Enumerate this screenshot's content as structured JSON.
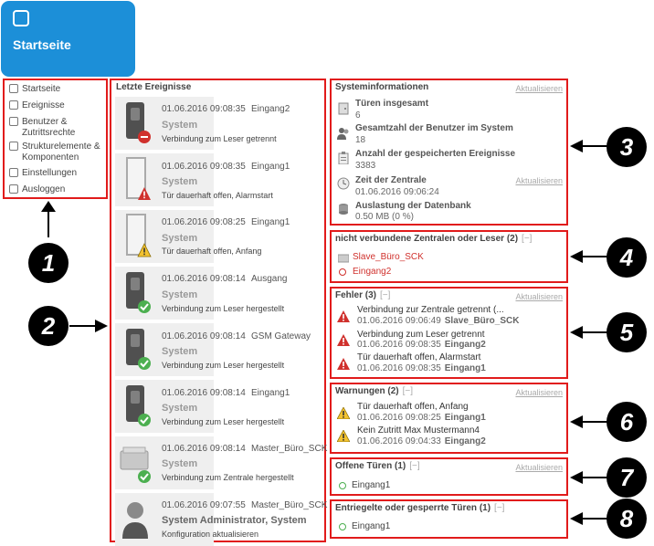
{
  "tile": {
    "label": "Startseite"
  },
  "menu": {
    "items": [
      {
        "label": "Startseite"
      },
      {
        "label": "Ereignisse"
      },
      {
        "label": "Benutzer &\nZutrittsrechte"
      },
      {
        "label": "Strukturelemente &\nKomponenten"
      },
      {
        "label": "Einstellungen"
      },
      {
        "label": "Ausloggen"
      }
    ]
  },
  "events": {
    "title": "Letzte Ereignisse",
    "items": [
      {
        "time": "01.06.2016 09:08:35",
        "source": "Eingang2",
        "who": "System",
        "message": "Verbindung zum Leser getrennt",
        "icon": "reader-removed-icon"
      },
      {
        "time": "01.06.2016 09:08:35",
        "source": "Eingang1",
        "who": "System",
        "message": "Tür dauerhaft offen, Alarmstart",
        "icon": "door-alarm-icon"
      },
      {
        "time": "01.06.2016 09:08:25",
        "source": "Eingang1",
        "who": "System",
        "message": "Tür dauerhaft offen, Anfang",
        "icon": "door-warning-icon"
      },
      {
        "time": "01.06.2016 09:08:14",
        "source": "Ausgang",
        "who": "System",
        "message": "Verbindung zum Leser hergestellt",
        "icon": "reader-ok-icon"
      },
      {
        "time": "01.06.2016 09:08:14",
        "source": "GSM Gateway",
        "who": "System",
        "message": "Verbindung zum Leser hergestellt",
        "icon": "reader-ok-icon"
      },
      {
        "time": "01.06.2016 09:08:14",
        "source": "Eingang1",
        "who": "System",
        "message": "Verbindung zum Leser hergestellt",
        "icon": "reader-ok-icon"
      },
      {
        "time": "01.06.2016 09:08:14",
        "source": "Master_Büro_SCK",
        "who": "System",
        "message": "Verbindung zum Zentrale hergestellt",
        "icon": "controller-ok-icon"
      },
      {
        "time": "01.06.2016 09:07:55",
        "source": "Master_Büro_SCK",
        "who": "System Administrator, System",
        "message": "Konfiguration aktualisieren",
        "icon": "user-icon"
      }
    ]
  },
  "sysinfo": {
    "title": "Systeminformationen",
    "refresh": "Aktualisieren",
    "refresh2": "Aktualisieren",
    "rows": [
      {
        "label": "Türen insgesamt",
        "value": "6"
      },
      {
        "label": "Gesamtzahl der Benutzer im System",
        "value": "18"
      },
      {
        "label": "Anzahl der gespeicherten Ereignisse",
        "value": "3383"
      },
      {
        "label": "Zeit der Zentrale",
        "value": "01.06.2016 09:06:24"
      },
      {
        "label": "Auslastung der Datenbank",
        "value": "0.50 MB (0 %)"
      }
    ]
  },
  "unconnected": {
    "title": "nicht verbundene Zentralen oder Leser (2)",
    "collapse": "[−]",
    "items": [
      {
        "label": "Slave_Büro_SCK"
      },
      {
        "label": "Eingang2"
      }
    ]
  },
  "errors": {
    "title": "Fehler (3)",
    "collapse": "[−]",
    "refresh": "Aktualisieren",
    "items": [
      {
        "text": "Verbindung zur Zentrale getrennt (...",
        "time": "01.06.2016 09:06:49",
        "source": "Slave_Büro_SCK"
      },
      {
        "text": "Verbindung zum Leser getrennt",
        "time": "01.06.2016 09:08:35",
        "source": "Eingang2"
      },
      {
        "text": "Tür dauerhaft offen, Alarmstart",
        "time": "01.06.2016 09:08:35",
        "source": "Eingang1"
      }
    ]
  },
  "warnings": {
    "title": "Warnungen (2)",
    "collapse": "[−]",
    "refresh": "Aktualisieren",
    "items": [
      {
        "text": "Tür dauerhaft offen, Anfang",
        "time": "01.06.2016 09:08:25",
        "source": "Eingang1"
      },
      {
        "text": "Kein Zutritt Max Mustermann4",
        "time": "01.06.2016 09:04:33",
        "source": "Eingang2"
      }
    ]
  },
  "open_doors": {
    "title": "Offene Türen (1)",
    "collapse": "[−]",
    "refresh": "Aktualisieren",
    "items": [
      {
        "label": "Eingang1"
      }
    ]
  },
  "locked_doors": {
    "title": "Entriegelte oder gesperrte Türen (1)",
    "collapse": "[−]",
    "items": [
      {
        "label": "Eingang1"
      }
    ]
  },
  "callouts": [
    "1",
    "2",
    "3",
    "4",
    "5",
    "6",
    "7",
    "8"
  ],
  "colors": {
    "tile": "#1c8fd8",
    "frame": "#e11b1b",
    "error": "#d0312d",
    "warning": "#f2c230",
    "ok": "#4caf50"
  }
}
